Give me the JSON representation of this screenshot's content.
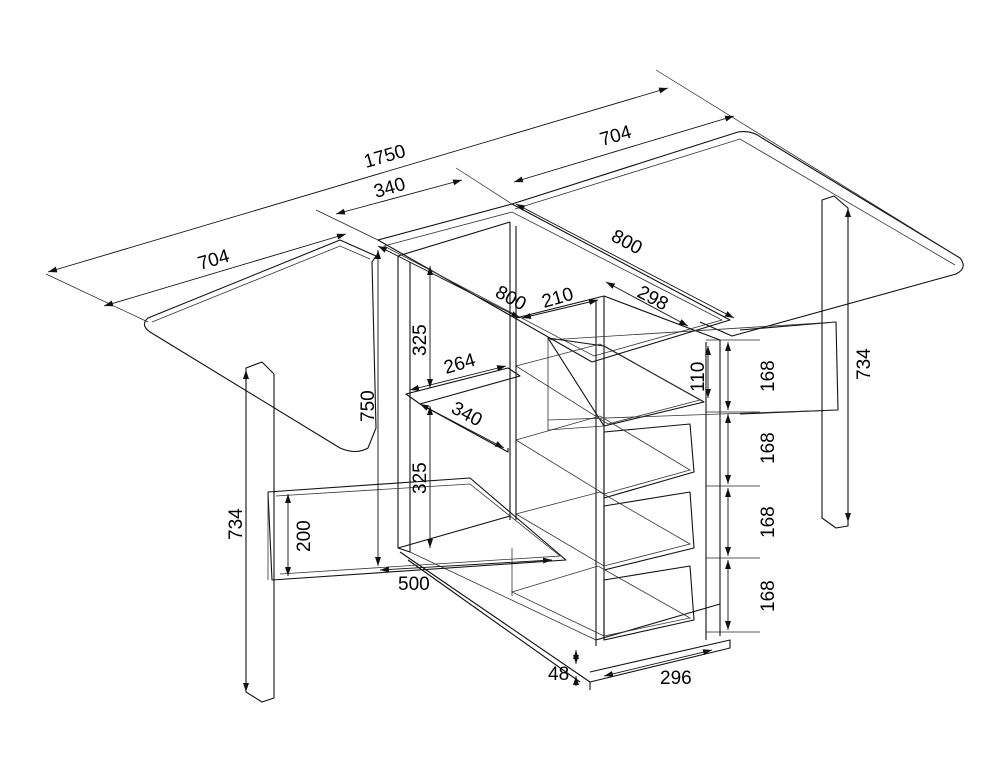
{
  "dimensions": {
    "total_width": "1750",
    "left_leaf_width": "704",
    "right_leaf_width": "704",
    "center_top_width": "340",
    "depth_right": "800",
    "depth_inner": "800",
    "drawer_width": "210",
    "drawer_box_depth": "298",
    "cabinet_height": "750",
    "upper_section": "325",
    "lower_section": "325",
    "shelf_width": "264",
    "shelf_depth": "340",
    "drawer_front_small": "110",
    "drawer_front_1": "168",
    "drawer_front_2": "168",
    "drawer_front_3": "168",
    "drawer_front_4": "168",
    "leg_height_left": "734",
    "leg_height_right": "734",
    "support_height": "200",
    "support_length": "500",
    "plinth_height": "48",
    "cabinet_width": "296"
  }
}
